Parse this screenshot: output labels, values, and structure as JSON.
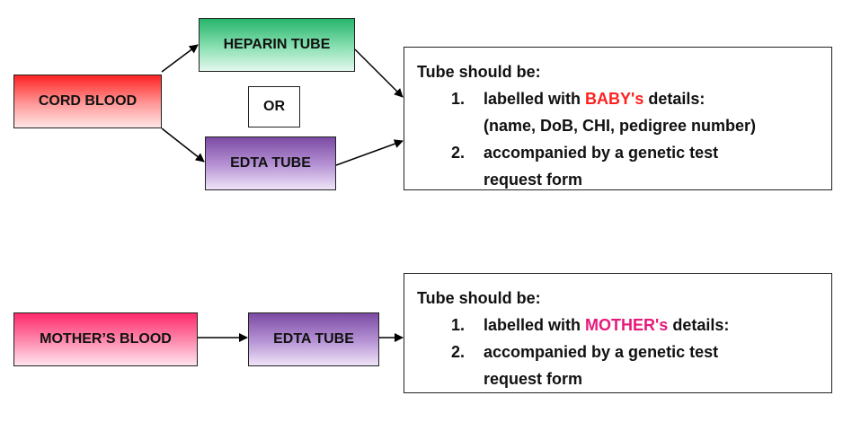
{
  "nodes": {
    "cord_blood": "CORD BLOOD",
    "heparin_tube": "HEPARIN TUBE",
    "or": "OR",
    "edta_tube_top": "EDTA TUBE",
    "mothers_blood": "MOTHER’S BLOOD",
    "edta_tube_bottom": "EDTA TUBE"
  },
  "info_baby": {
    "heading": "Tube should be:",
    "item1_num": "1.",
    "item1_pre": "labelled with ",
    "item1_highlight": "BABY's",
    "item1_post": " details:",
    "item1_cont": "(name, DoB, CHI, pedigree number)",
    "item2_num": "2.",
    "item2_text": "accompanied by a genetic test",
    "item2_cont": "request form"
  },
  "info_mother": {
    "heading": "Tube should be:",
    "item1_num": "1.",
    "item1_pre": "labelled with ",
    "item1_highlight": "MOTHER's",
    "item1_post": " details:",
    "item2_num": "2.",
    "item2_text": "accompanied by a genetic test",
    "item2_cont": "request form"
  },
  "colors": {
    "cord_blood": "#ff2222",
    "heparin_tube": "#27b56b",
    "edta_tube": "#7b4aa3",
    "mothers_blood": "#ff2a6a",
    "baby_highlight": "#ff2020",
    "mother_highlight": "#e6197a"
  }
}
